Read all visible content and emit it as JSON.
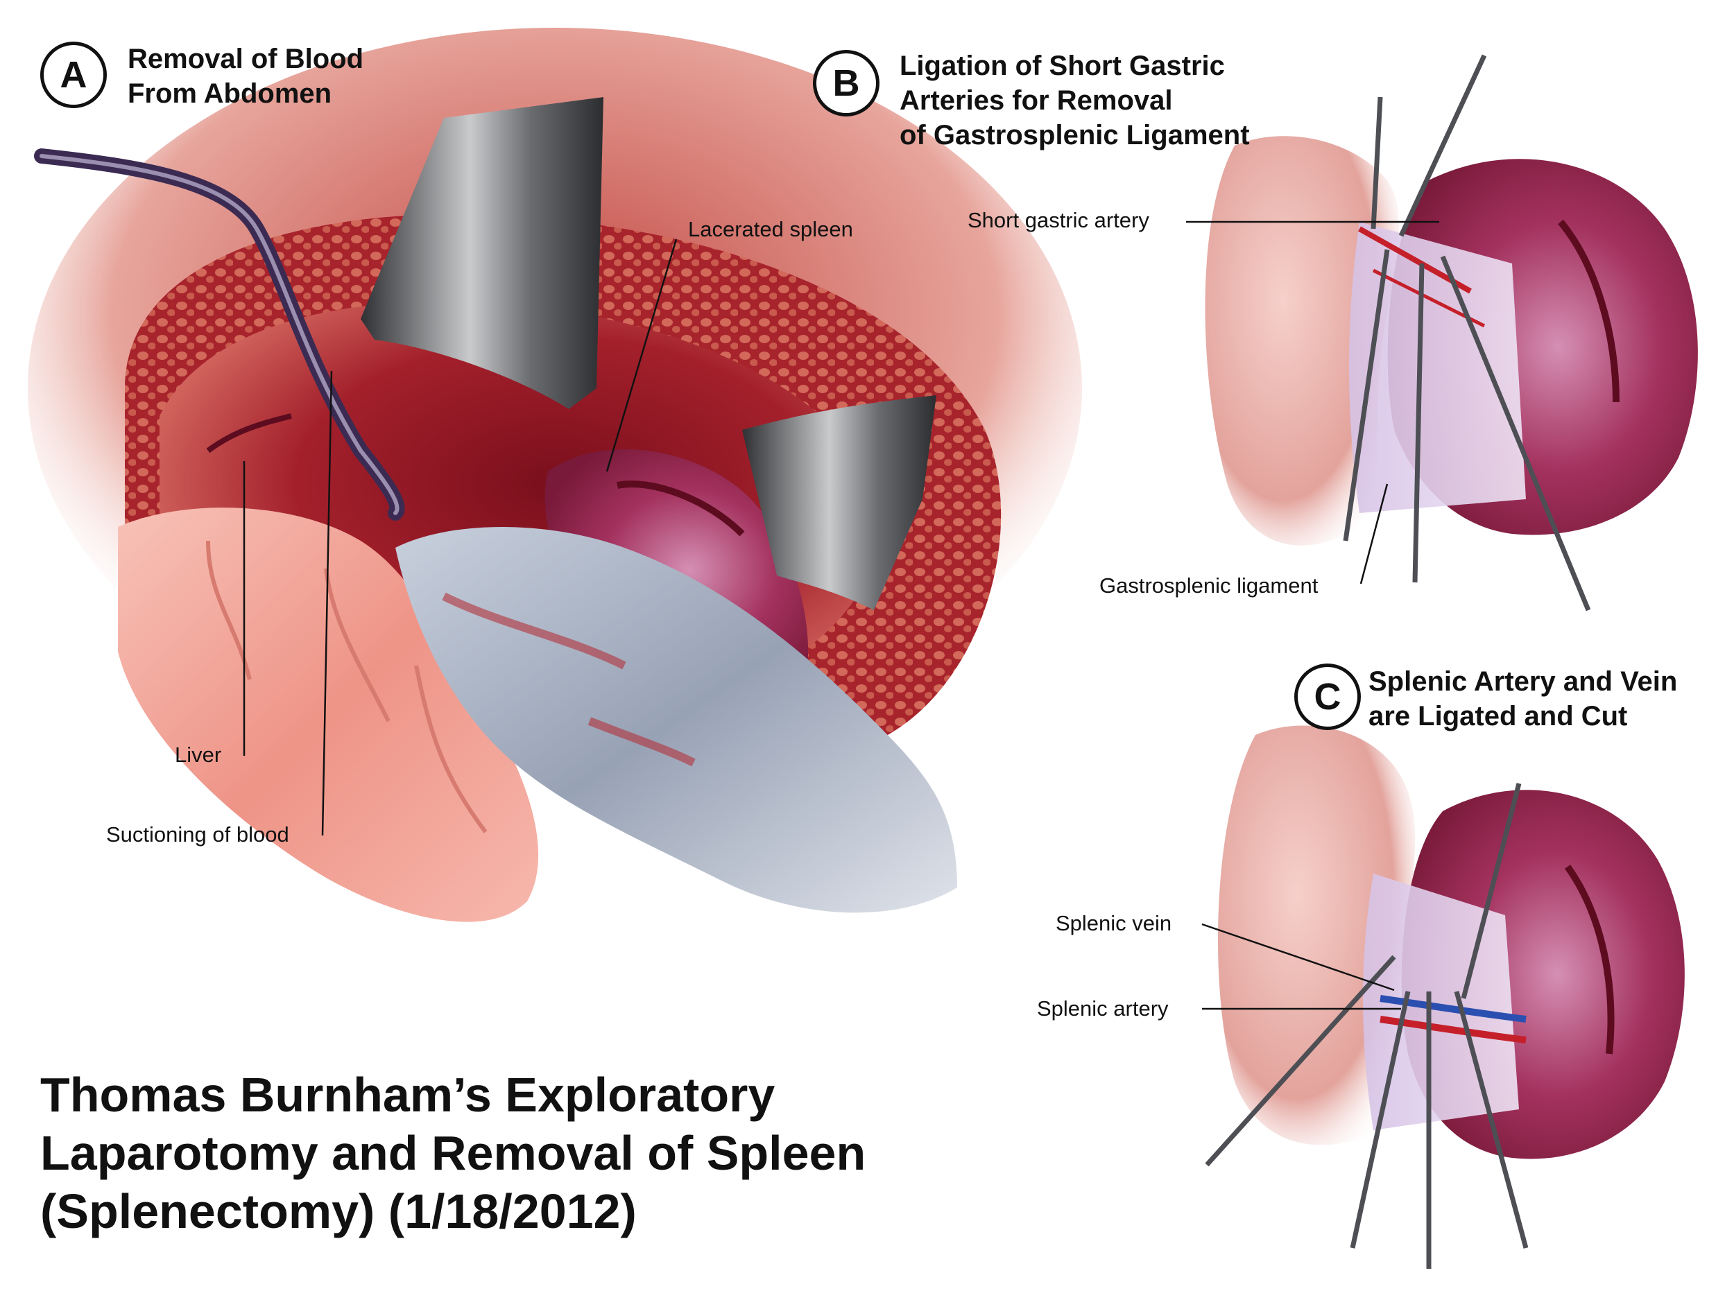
{
  "panels": {
    "a": {
      "letter": "A",
      "heading_lines": [
        "Removal of Blood",
        "From Abdomen"
      ],
      "labels": {
        "lacerated_spleen": "Lacerated spleen",
        "liver": "Liver",
        "suctioning": "Suctioning of blood"
      }
    },
    "b": {
      "letter": "B",
      "heading_lines": [
        "Ligation of Short Gastric",
        "Arteries for Removal",
        "of Gastrosplenic Ligament"
      ],
      "labels": {
        "short_gastric_artery": "Short gastric artery",
        "gastrosplenic_ligament": "Gastrosplenic ligament"
      }
    },
    "c": {
      "letter": "C",
      "heading_lines": [
        "Splenic Artery and Vein",
        "are Ligated and Cut"
      ],
      "labels": {
        "splenic_vein": "Splenic vein",
        "splenic_artery": "Splenic artery"
      }
    }
  },
  "title_lines": [
    "Thomas Burnham’s Exploratory",
    "Laparotomy and Removal of Spleen",
    "(Splenectomy) (1/18/2012)"
  ],
  "colors": {
    "tissue_red": "#a3202b",
    "spleen_purple": "#8e1f45",
    "glove_gray": "#9aa3b4",
    "retractor_gray": "#5b5d60",
    "bowel_pink": "#f2a79c"
  }
}
